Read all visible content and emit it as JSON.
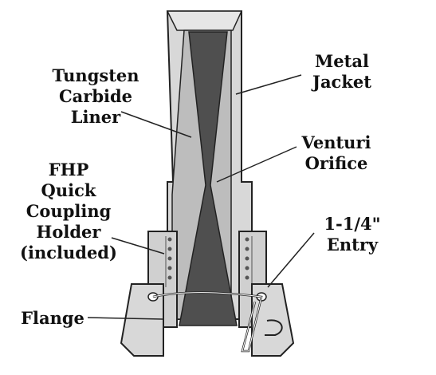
{
  "diagram": {
    "labels": {
      "tungsten": [
        "Tungsten",
        "Carbide",
        "Liner"
      ],
      "metal_jacket": [
        "Metal",
        "Jacket"
      ],
      "venturi": [
        "Venturi",
        "Orifice"
      ],
      "fhp": [
        "FHP",
        "Quick",
        "Coupling",
        "Holder",
        "(included)"
      ],
      "entry": [
        "1-1/4\"",
        "Entry"
      ],
      "flange": [
        "Flange"
      ]
    },
    "colors": {
      "jacket_fill": "#d8d8d8",
      "liner_fill": "#bdbdbd",
      "bore_fill": "#4f4f4f",
      "outline": "#222222",
      "text": "#111111"
    }
  }
}
